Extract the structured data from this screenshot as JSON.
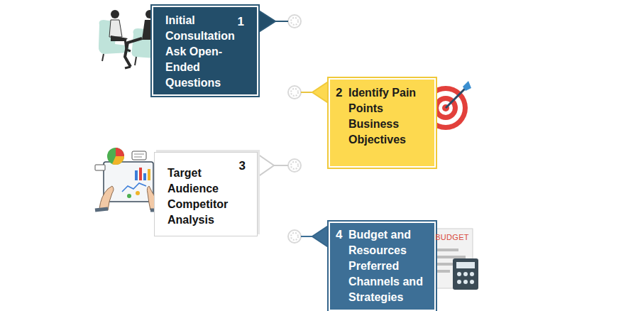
{
  "diagram": {
    "nodes": [
      {
        "text": [
          "1",
          "Initial Consultation Ask Open-Ended Questions"
        ]
      },
      {
        "text": [
          "2",
          "Identify Pain Points Business Objectives"
        ]
      },
      {
        "text": [
          "3",
          "Target Audience Competitor Analysis"
        ]
      },
      {
        "text": [
          "4",
          "Budget and Resources Preferred Channels and Strategies"
        ]
      }
    ],
    "labels": [
      "BUDGET"
    ]
  }
}
